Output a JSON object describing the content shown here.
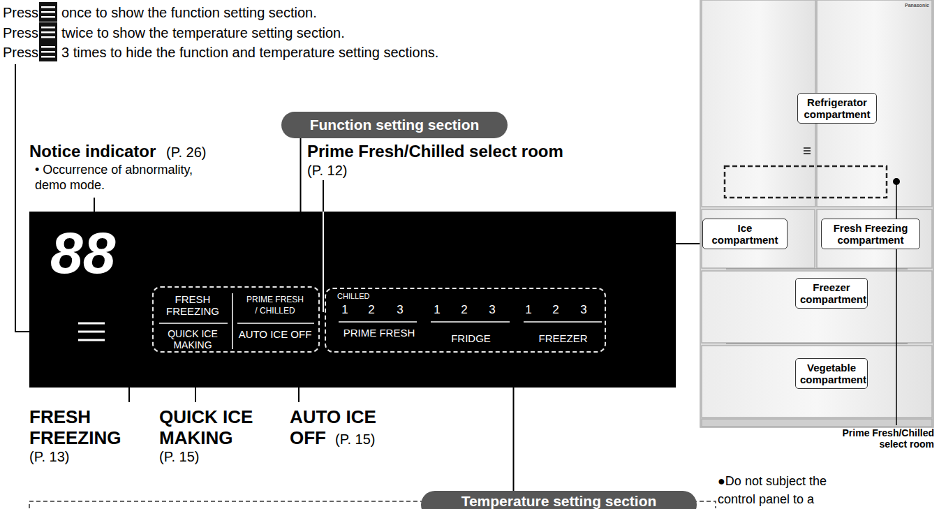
{
  "diagram": {
    "nodes": [
      {
        "text": [
          "Function setting section"
        ]
      },
      {
        "text": [
          "88"
        ]
      },
      {
        "text": [
          "FRESH FREEZING",
          "PRIME FRESH / CHILLED",
          "QUICK ICE MAKING",
          "AUTO ICE OFF"
        ],
        "in": 1
      },
      {
        "text": [
          "CHILLED",
          "1",
          "2",
          "3",
          "1",
          "2",
          "3",
          "1",
          "2",
          "3",
          "PRIME FRESH",
          "FRIDGE",
          "FREEZER"
        ],
        "in": 1
      },
      {
        "text": [
          "Temperature setting section"
        ]
      },
      {
        "text": [
          "Refrigerator compartment"
        ]
      },
      {
        "text": [
          "Ice compartment"
        ]
      },
      {
        "text": [
          "Fresh Freezing compartment"
        ]
      },
      {
        "text": [
          "Freezer compartment"
        ]
      },
      {
        "text": [
          "Vegetable compartment"
        ]
      }
    ],
    "edges": [
      {
        "from": 0,
        "to": 2,
        "arrow": "none"
      },
      {
        "from": 3,
        "to": 4,
        "arrow": "none"
      }
    ],
    "labels": [
      "Press",
      "once to show the function setting section.",
      "Press",
      "twice to show the temperature setting section.",
      "Press",
      "3 times to hide the function and temperature setting sections.",
      "Notice indicator",
      "(P. 26)",
      "• Occurrence of abnormality, demo mode.",
      "Prime Fresh/Chilled select room",
      "(P. 12)",
      "FRESH FREEZING",
      "(P. 13)",
      "QUICK ICE MAKING",
      "(P. 15)",
      "AUTO ICE OFF",
      "(P. 15)",
      "Prime Fresh/Chilled select room",
      "●Do not subject the control panel to a",
      "Panasonic"
    ]
  }
}
